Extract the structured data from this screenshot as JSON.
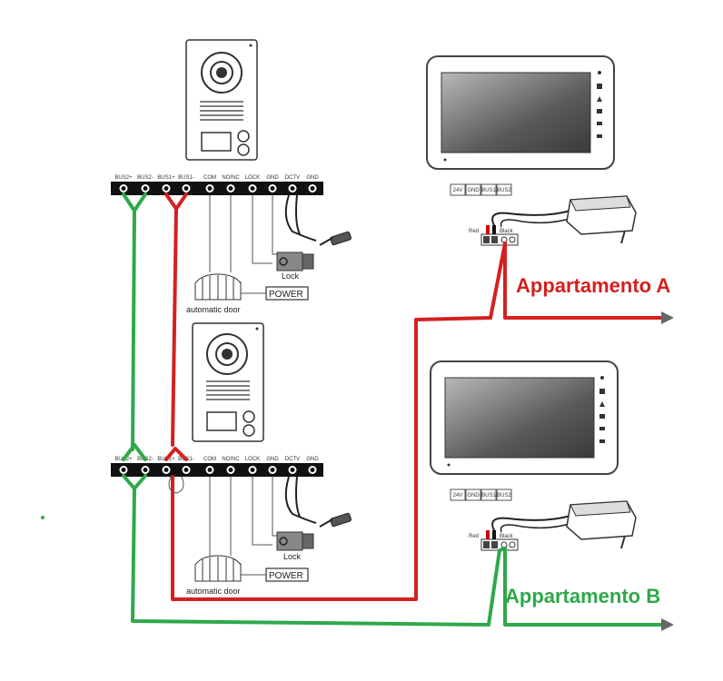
{
  "terminal_labels": [
    "BUS2+",
    "BUS2-",
    "BUS1+",
    "BUS1-",
    "COM",
    "NO/NC",
    "LOCK",
    "GND",
    "DCTV",
    "GND"
  ],
  "monitor_terminal_labels": [
    "24V",
    "GND",
    "BUS1",
    "BUS2"
  ],
  "adapter_labels": {
    "red": "Red",
    "black": "Black"
  },
  "labels": {
    "lock": "Lock",
    "power": "POWER",
    "automatic_door": "automatic door"
  },
  "apartments": {
    "a": "Appartamento A",
    "b": "Appartamento B"
  },
  "colors": {
    "red_wire": "#d42020",
    "green_wire": "#2fa84a",
    "line": "#333333"
  }
}
